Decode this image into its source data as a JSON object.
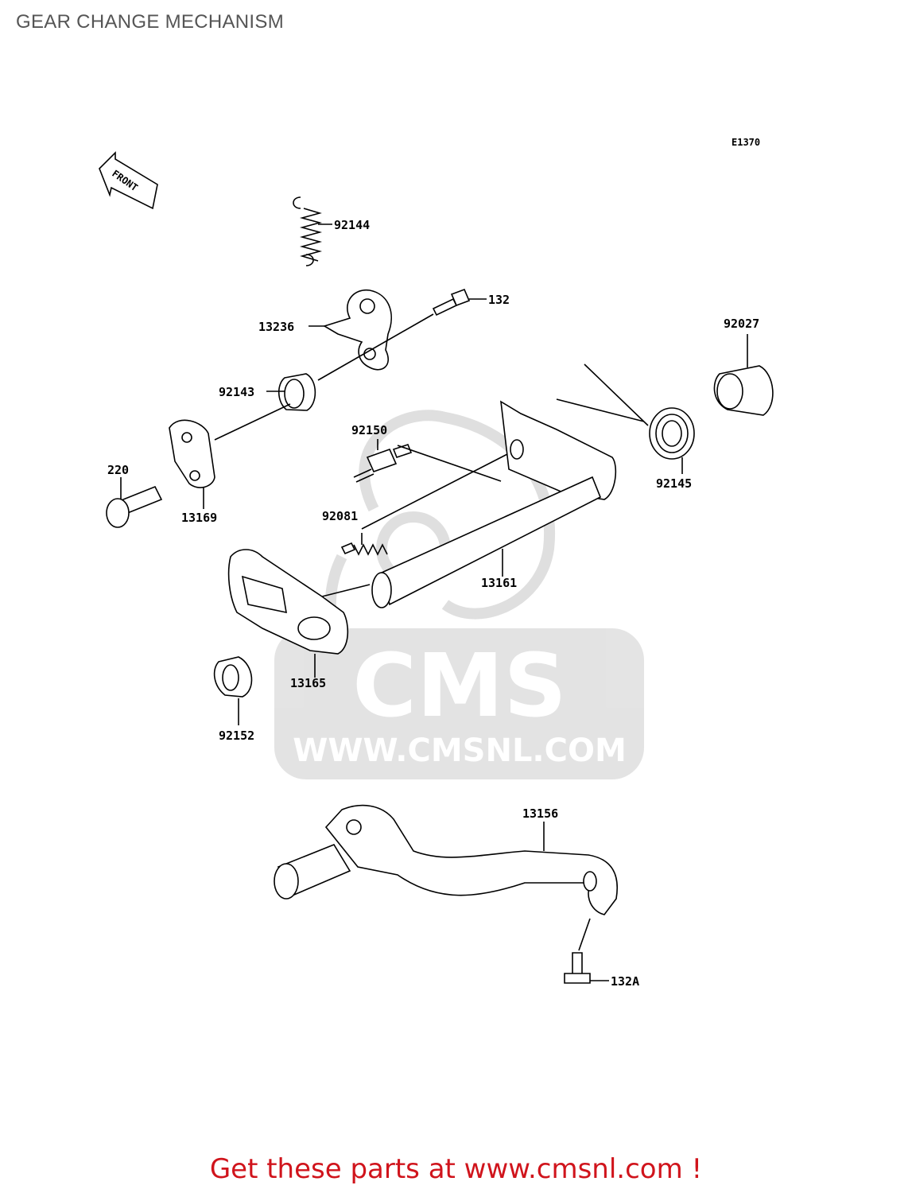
{
  "page": {
    "title": "GEAR CHANGE MECHANISM",
    "diagram_code": "E1370",
    "front_label": "FRONT"
  },
  "parts": [
    {
      "key": "p92144",
      "number": "92144"
    },
    {
      "key": "p132",
      "number": "132"
    },
    {
      "key": "p13236",
      "number": "13236"
    },
    {
      "key": "p92027",
      "number": "92027"
    },
    {
      "key": "p92143",
      "number": "92143"
    },
    {
      "key": "p92150",
      "number": "92150"
    },
    {
      "key": "p220",
      "number": "220"
    },
    {
      "key": "p13169",
      "number": "13169"
    },
    {
      "key": "p92145",
      "number": "92145"
    },
    {
      "key": "p92081",
      "number": "92081"
    },
    {
      "key": "p13161",
      "number": "13161"
    },
    {
      "key": "p13165",
      "number": "13165"
    },
    {
      "key": "p92152",
      "number": "92152"
    },
    {
      "key": "p13156",
      "number": "13156"
    },
    {
      "key": "p132A",
      "number": "132A"
    }
  ],
  "watermark": {
    "brand": "CMS",
    "url": "WWW.CMSNL.COM",
    "color": "#d9d9d9"
  },
  "footer": {
    "text": "Get these parts at www.cmsnl.com !",
    "color": "#d0141c"
  }
}
